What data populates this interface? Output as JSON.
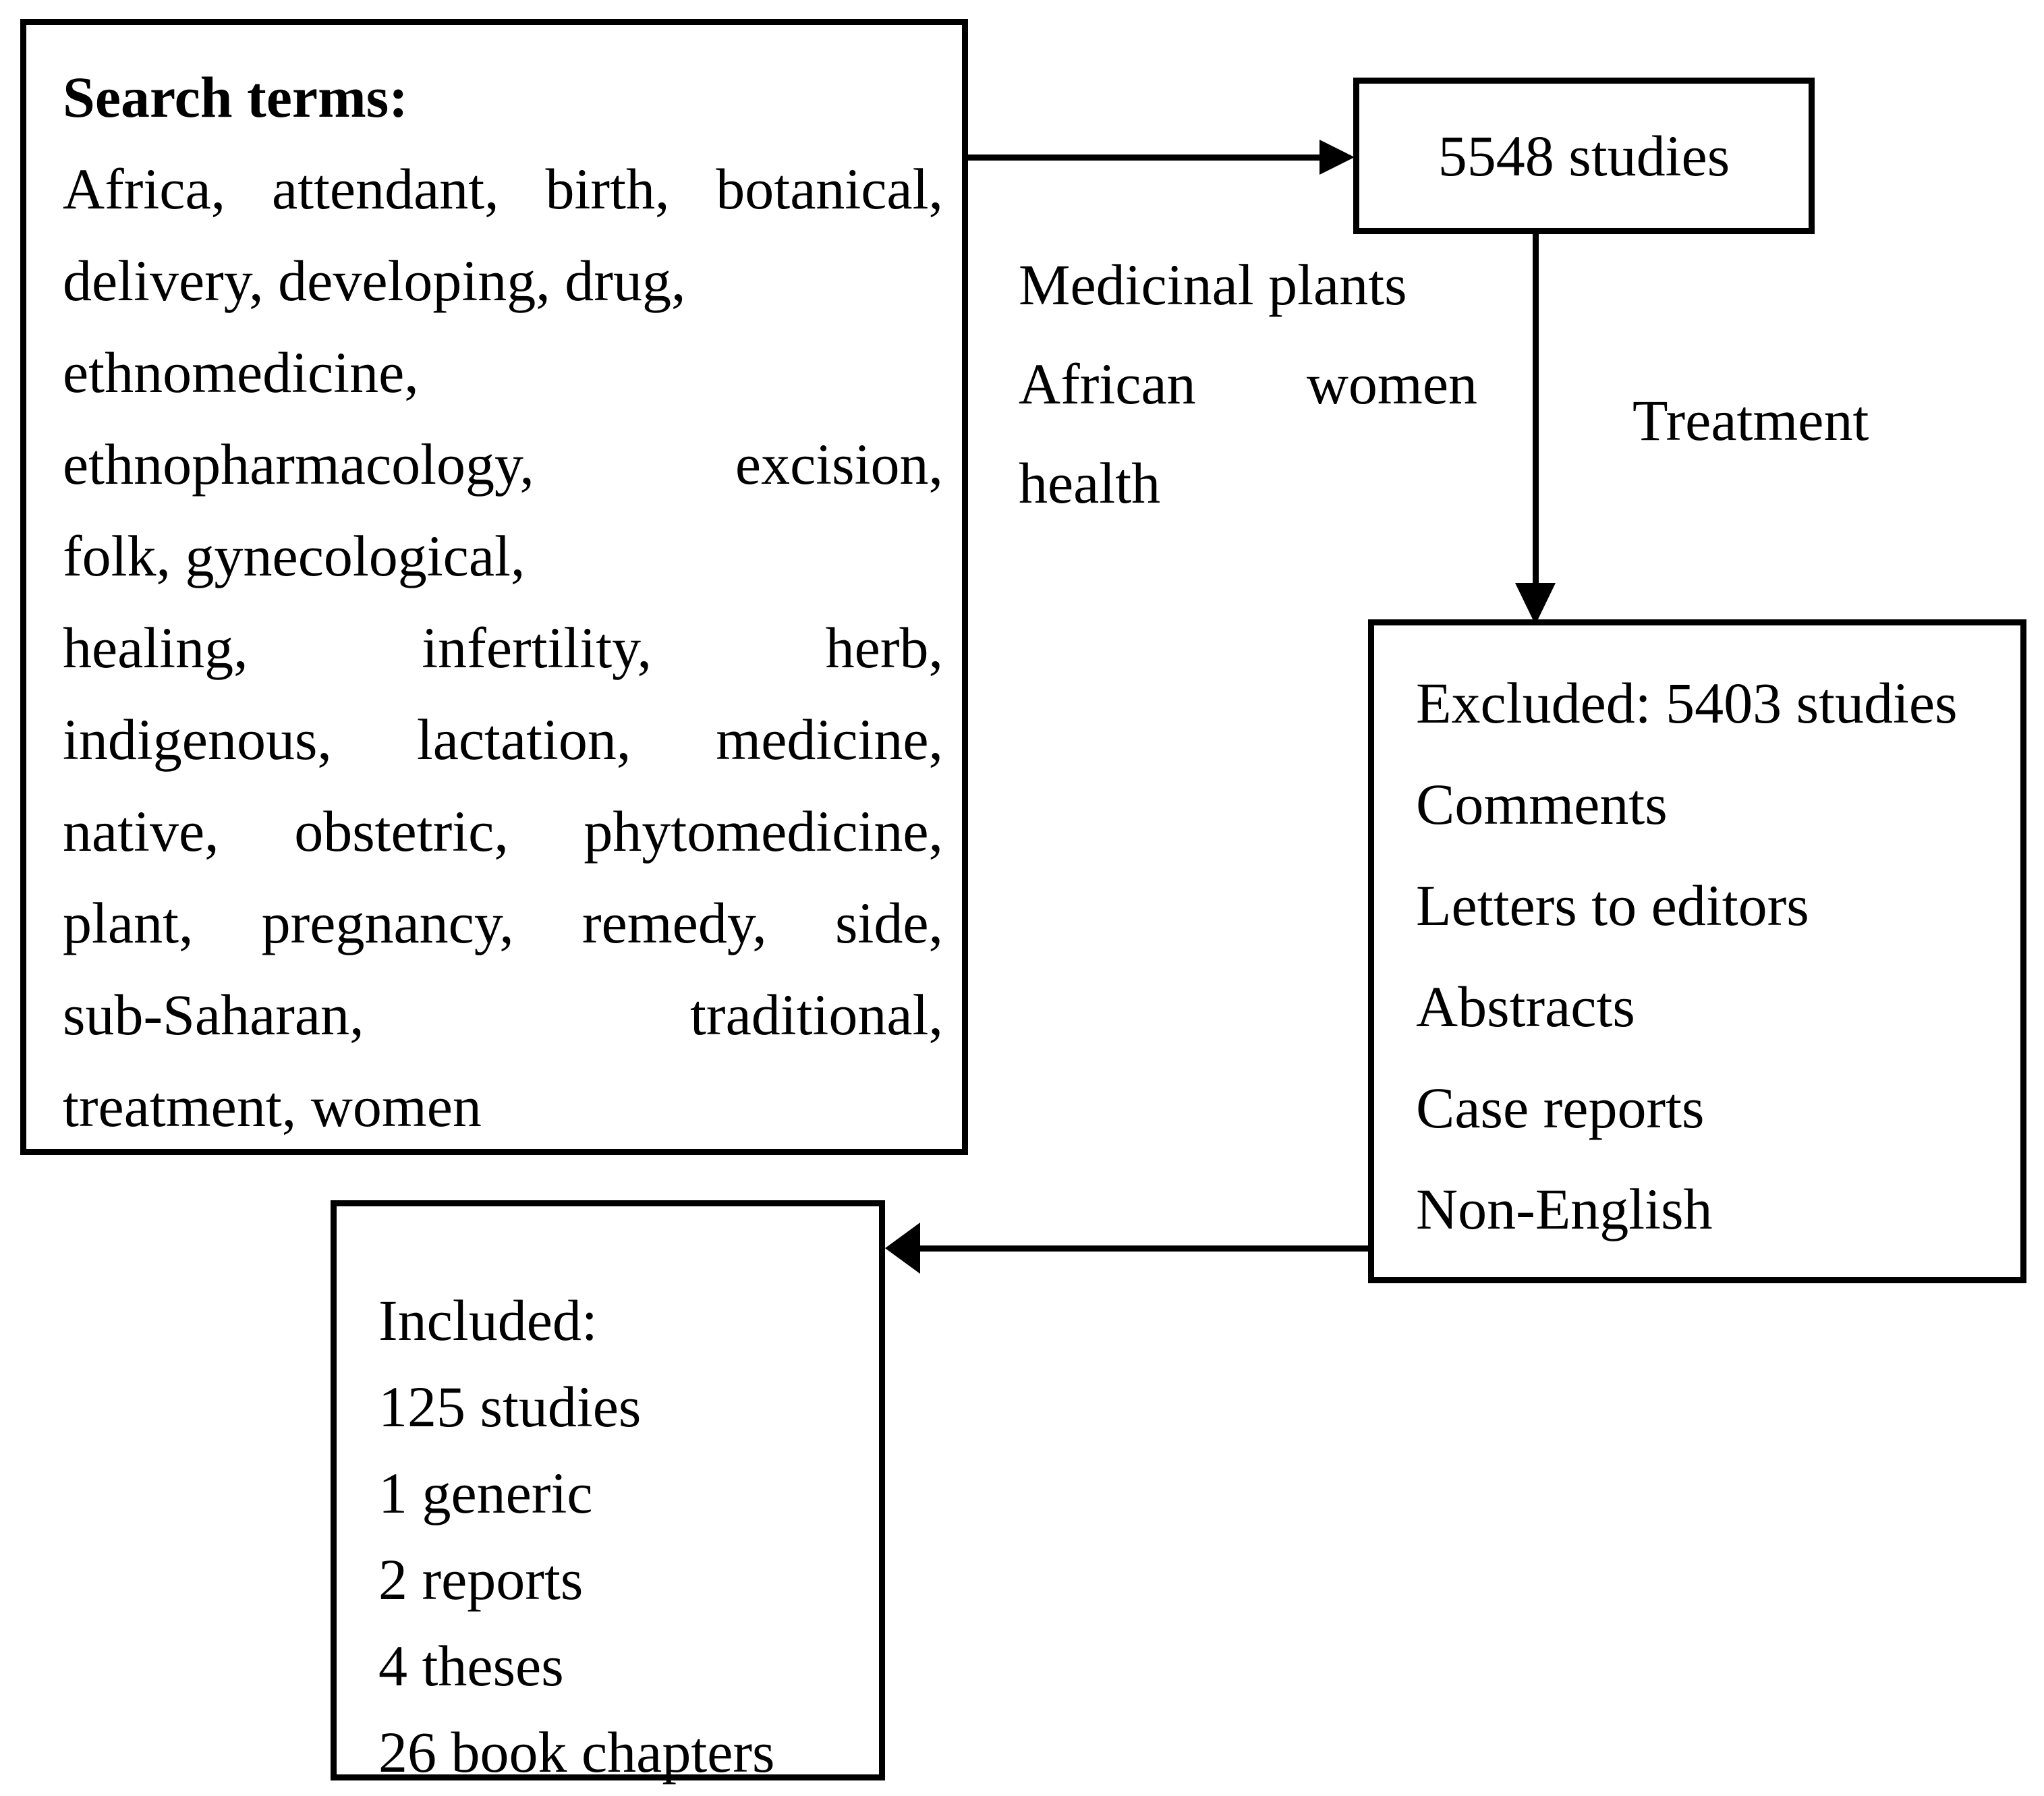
{
  "figure": {
    "background_color": "#ffffff",
    "ink_color": "#000000"
  },
  "search_box": {
    "title": "Search terms:",
    "lines": [
      {
        "t": "Africa, attendant, birth, botanical,",
        "j": true
      },
      {
        "t": "delivery, developing, drug,",
        "j": false
      },
      {
        "t": "ethnomedicine,",
        "j": false
      },
      {
        "t": "ethnopharmacology, excision,",
        "j": true
      },
      {
        "t": "folk, gynecological,",
        "j": false
      },
      {
        "t": "healing, infertility, herb,",
        "j": true
      },
      {
        "t": "indigenous, lactation, medicine,",
        "j": true
      },
      {
        "t": "native, obstetric, phytomedicine,",
        "j": true
      },
      {
        "t": "plant, pregnancy, remedy, side,",
        "j": true
      },
      {
        "t": "sub-Saharan, traditional,",
        "j": true
      },
      {
        "t": "treatment, women",
        "j": false
      }
    ]
  },
  "studies_box": {
    "label": "5548 studies"
  },
  "query_label": {
    "lines": [
      {
        "t": "Medicinal plants",
        "j": false
      },
      {
        "t": "African women",
        "j": true
      },
      {
        "t": "health",
        "j": false
      }
    ]
  },
  "treatment_label": "Treatment",
  "excluded_box": {
    "lines": [
      "Excluded: 5403 studies",
      "Comments",
      "Letters to editors",
      "Abstracts",
      "Case reports",
      "Non-English"
    ]
  },
  "included_box": {
    "lines": [
      "Included:",
      "125 studies",
      "1 generic",
      "2 reports",
      "4 theses",
      "26 book chapters"
    ]
  }
}
